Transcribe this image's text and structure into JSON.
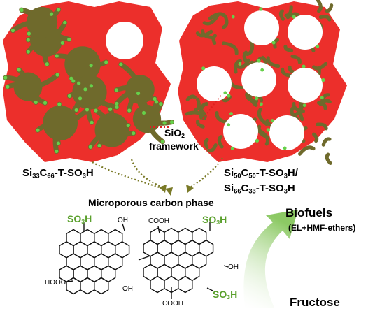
{
  "colors": {
    "red": "#ec2f2b",
    "carbon": "#6f6a2c",
    "green_dot": "#66d04a",
    "so3h_green": "#5aa02c",
    "arrow_green": "#9fd27a",
    "arrow_dot": "#7a7a28",
    "sio2_dot": "#e02020"
  },
  "labels": {
    "sio2": {
      "prefix": "SiO",
      "sub": "2"
    },
    "framework": "framework",
    "left_material": {
      "p1": "Si",
      "s1": "33",
      "p2": "C",
      "s2": "66",
      "p3": "-T-SO",
      "s3": "3",
      "p4": "H"
    },
    "right_material_1": {
      "p1": "Si",
      "s1": "50",
      "p2": "C",
      "s2": "50",
      "p3": "-T-SO",
      "s3": "3",
      "p4": "H/"
    },
    "right_material_2": {
      "p1": "Si",
      "s1": "66",
      "p2": "C",
      "s2": "33",
      "p3": "-T-SO",
      "s3": "3",
      "p4": "H"
    },
    "microporous": "Microporous carbon phase",
    "biofuels": "Biofuels",
    "biofuels_detail": "(EL+HMF-ethers)",
    "fructose": "Fructose"
  },
  "molecule": {
    "so3h_prefix": "SO",
    "so3h_sub": "3",
    "so3h_suffix": "H",
    "oh": "OH",
    "cooh": "COOH",
    "hooc": "HOOC"
  }
}
